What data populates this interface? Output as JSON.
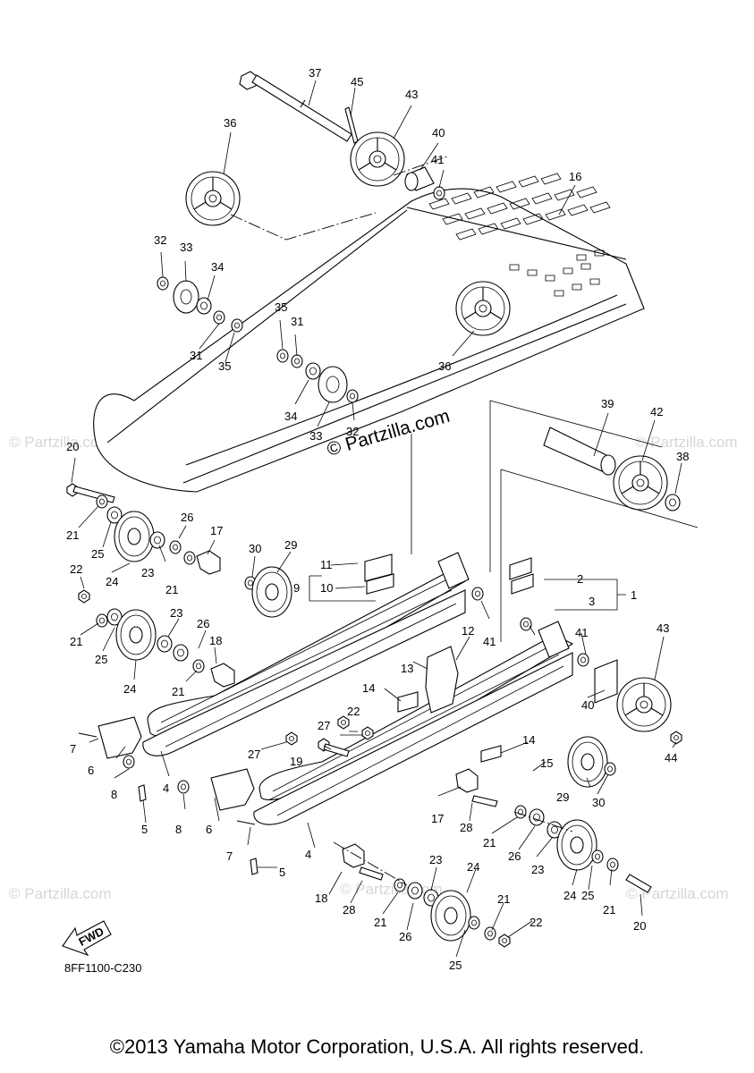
{
  "watermark": "© Partzilla.com",
  "brand_watermark": "© Partzilla.com",
  "fwd_label": "FWD",
  "diagram_code": "8FF1100-C230",
  "copyright": "©2013 Yamaha Motor Corporation, U.S.A. All rights reserved.",
  "callouts": [
    {
      "id": "c37",
      "text": "37"
    },
    {
      "id": "c45",
      "text": "45"
    },
    {
      "id": "c43a",
      "text": "43"
    },
    {
      "id": "c36a",
      "text": "36"
    },
    {
      "id": "c40a",
      "text": "40"
    },
    {
      "id": "c41a",
      "text": "41"
    },
    {
      "id": "c16",
      "text": "16"
    },
    {
      "id": "c32a",
      "text": "32"
    },
    {
      "id": "c33a",
      "text": "33"
    },
    {
      "id": "c34a",
      "text": "34"
    },
    {
      "id": "c35a",
      "text": "35"
    },
    {
      "id": "c31a",
      "text": "31"
    },
    {
      "id": "c31b",
      "text": "31"
    },
    {
      "id": "c35b",
      "text": "35"
    },
    {
      "id": "c36b",
      "text": "36"
    },
    {
      "id": "c34b",
      "text": "34"
    },
    {
      "id": "c33b",
      "text": "33"
    },
    {
      "id": "c32b",
      "text": "32"
    },
    {
      "id": "c39",
      "text": "39"
    },
    {
      "id": "c42",
      "text": "42"
    },
    {
      "id": "c38",
      "text": "38"
    },
    {
      "id": "c20a",
      "text": "20"
    },
    {
      "id": "c21a",
      "text": "21"
    },
    {
      "id": "c25a",
      "text": "25"
    },
    {
      "id": "c26a",
      "text": "26"
    },
    {
      "id": "c17a",
      "text": "17"
    },
    {
      "id": "c23a",
      "text": "23"
    },
    {
      "id": "c24a",
      "text": "24"
    },
    {
      "id": "c22a",
      "text": "22"
    },
    {
      "id": "c21b",
      "text": "21"
    },
    {
      "id": "c30a",
      "text": "30"
    },
    {
      "id": "c29a",
      "text": "29"
    },
    {
      "id": "c11",
      "text": "11"
    },
    {
      "id": "c9",
      "text": "9"
    },
    {
      "id": "c10",
      "text": "10"
    },
    {
      "id": "c2",
      "text": "2"
    },
    {
      "id": "c3",
      "text": "3"
    },
    {
      "id": "c1",
      "text": "1"
    },
    {
      "id": "c21c",
      "text": "21"
    },
    {
      "id": "c25b",
      "text": "25"
    },
    {
      "id": "c23b",
      "text": "23"
    },
    {
      "id": "c26b",
      "text": "26"
    },
    {
      "id": "c18a",
      "text": "18"
    },
    {
      "id": "c24b",
      "text": "24"
    },
    {
      "id": "c21d",
      "text": "21"
    },
    {
      "id": "c12",
      "text": "12"
    },
    {
      "id": "c41b",
      "text": "41"
    },
    {
      "id": "c41c",
      "text": "41"
    },
    {
      "id": "c43b",
      "text": "43"
    },
    {
      "id": "c13",
      "text": "13"
    },
    {
      "id": "c14a",
      "text": "14"
    },
    {
      "id": "c22b",
      "text": "22"
    },
    {
      "id": "c40b",
      "text": "40"
    },
    {
      "id": "c44",
      "text": "44"
    },
    {
      "id": "c7a",
      "text": "7"
    },
    {
      "id": "c27a",
      "text": "27"
    },
    {
      "id": "c27b",
      "text": "27"
    },
    {
      "id": "c6a",
      "text": "6"
    },
    {
      "id": "c19",
      "text": "19"
    },
    {
      "id": "c14b",
      "text": "14"
    },
    {
      "id": "c8a",
      "text": "8"
    },
    {
      "id": "c4a",
      "text": "4"
    },
    {
      "id": "c15",
      "text": "15"
    },
    {
      "id": "c29b",
      "text": "29"
    },
    {
      "id": "c30b",
      "text": "30"
    },
    {
      "id": "c5a",
      "text": "5"
    },
    {
      "id": "c8b",
      "text": "8"
    },
    {
      "id": "c6b",
      "text": "6"
    },
    {
      "id": "c17b",
      "text": "17"
    },
    {
      "id": "c28a",
      "text": "28"
    },
    {
      "id": "c21e",
      "text": "21"
    },
    {
      "id": "c26c",
      "text": "26"
    },
    {
      "id": "c23c",
      "text": "23"
    },
    {
      "id": "c7b",
      "text": "7"
    },
    {
      "id": "c4b",
      "text": "4"
    },
    {
      "id": "c5b",
      "text": "5"
    },
    {
      "id": "c24c",
      "text": "24"
    },
    {
      "id": "c23d",
      "text": "23"
    },
    {
      "id": "c24d",
      "text": "24"
    },
    {
      "id": "c25c",
      "text": "25"
    },
    {
      "id": "c21f",
      "text": "21"
    },
    {
      "id": "c20b",
      "text": "20"
    },
    {
      "id": "c18b",
      "text": "18"
    },
    {
      "id": "c28b",
      "text": "28"
    },
    {
      "id": "c21g",
      "text": "21"
    },
    {
      "id": "c26d",
      "text": "26"
    },
    {
      "id": "c21h",
      "text": "21"
    },
    {
      "id": "c22c",
      "text": "22"
    },
    {
      "id": "c25d",
      "text": "25"
    }
  ]
}
